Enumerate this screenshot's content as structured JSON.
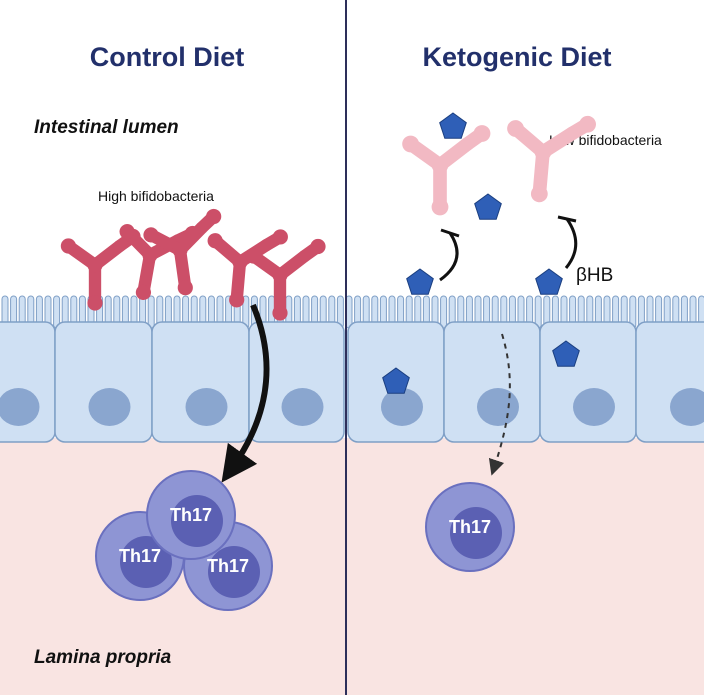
{
  "panels": {
    "left": {
      "title": "Control Diet"
    },
    "right": {
      "title": "Ketogenic Diet"
    }
  },
  "labels": {
    "lumen": "Intestinal lumen",
    "lamina": "Lamina propria",
    "high_bifido": "High bifidobacteria",
    "low_bifido": "Low bifidobacteria",
    "bhb": "βHB",
    "th17": "Th17"
  },
  "colors": {
    "title": "#22306b",
    "lumen_bg": "#ffffff",
    "epithelium": "#cfe0f3",
    "epithelium_stroke": "#7f9fc6",
    "nucleus": "#8aa6cf",
    "lamina_bg": "#f9e4e2",
    "bifido_high": "#cc4f68",
    "bifido_low": "#f2b9c3",
    "bhb_pentagon": "#2f5fb7",
    "th17_outer": "#8e95d4",
    "th17_inner": "#5b60b3",
    "divider": "#2d2f5a"
  },
  "icons": {
    "bacteria": "bifidobacterium-icon",
    "metabolite": "pentagon-icon",
    "cell": "th17-cell-icon"
  }
}
